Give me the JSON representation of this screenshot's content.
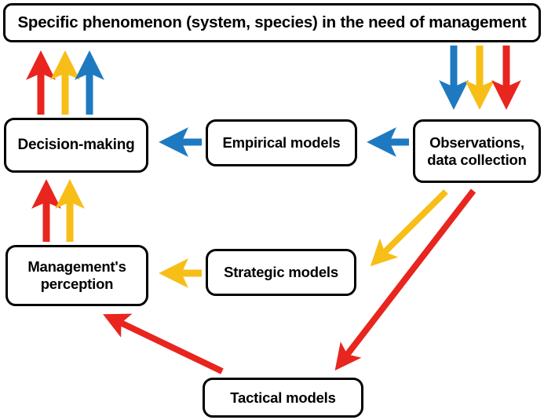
{
  "diagram": {
    "type": "flow-diagram",
    "title": "Model-based management flow diagram",
    "background_color": "#ffffff",
    "palette": {
      "red": "#E8251E",
      "yellow": "#F7BE17",
      "blue": "#1E7AC0",
      "node_border": "#000000",
      "node_fill": "#ffffff",
      "text": "#000000"
    },
    "nodes": [
      {
        "id": "phenomenon",
        "label": "Specific phenomenon (system, species) in the need of management"
      },
      {
        "id": "decision",
        "label": "Decision-making"
      },
      {
        "id": "empirical",
        "label": "Empirical models"
      },
      {
        "id": "observations",
        "label": "Observations,\ndata collection",
        "line1": "Observations,",
        "line2": "data collection"
      },
      {
        "id": "management",
        "label": "Management's\nperception",
        "line1": "Management's",
        "line2": "perception"
      },
      {
        "id": "strategic",
        "label": "Strategic models"
      },
      {
        "id": "tactical",
        "label": "Tactical models"
      }
    ],
    "edges": [
      {
        "id": "e1",
        "from": "decision",
        "to": "phenomenon",
        "color": "red",
        "shape": "vertical-up"
      },
      {
        "id": "e2",
        "from": "decision",
        "to": "phenomenon",
        "color": "yellow",
        "shape": "vertical-up"
      },
      {
        "id": "e3",
        "from": "decision",
        "to": "phenomenon",
        "color": "blue",
        "shape": "vertical-up"
      },
      {
        "id": "e4",
        "from": "phenomenon",
        "to": "observations",
        "color": "blue",
        "shape": "vertical-down"
      },
      {
        "id": "e5",
        "from": "phenomenon",
        "to": "observations",
        "color": "yellow",
        "shape": "vertical-down"
      },
      {
        "id": "e6",
        "from": "phenomenon",
        "to": "observations",
        "color": "red",
        "shape": "vertical-down"
      },
      {
        "id": "e7",
        "from": "observations",
        "to": "empirical",
        "color": "blue",
        "shape": "horizontal-left"
      },
      {
        "id": "e8",
        "from": "empirical",
        "to": "decision",
        "color": "blue",
        "shape": "horizontal-left"
      },
      {
        "id": "e9",
        "from": "management",
        "to": "decision",
        "color": "red",
        "shape": "vertical-up"
      },
      {
        "id": "e10",
        "from": "management",
        "to": "decision",
        "color": "yellow",
        "shape": "vertical-up"
      },
      {
        "id": "e11",
        "from": "strategic",
        "to": "management",
        "color": "yellow",
        "shape": "horizontal-left"
      },
      {
        "id": "e12",
        "from": "observations",
        "to": "strategic",
        "color": "yellow",
        "shape": "diagonal"
      },
      {
        "id": "e13",
        "from": "observations",
        "to": "tactical",
        "color": "red",
        "shape": "diagonal"
      },
      {
        "id": "e14",
        "from": "tactical",
        "to": "management",
        "color": "red",
        "shape": "diagonal"
      }
    ]
  }
}
